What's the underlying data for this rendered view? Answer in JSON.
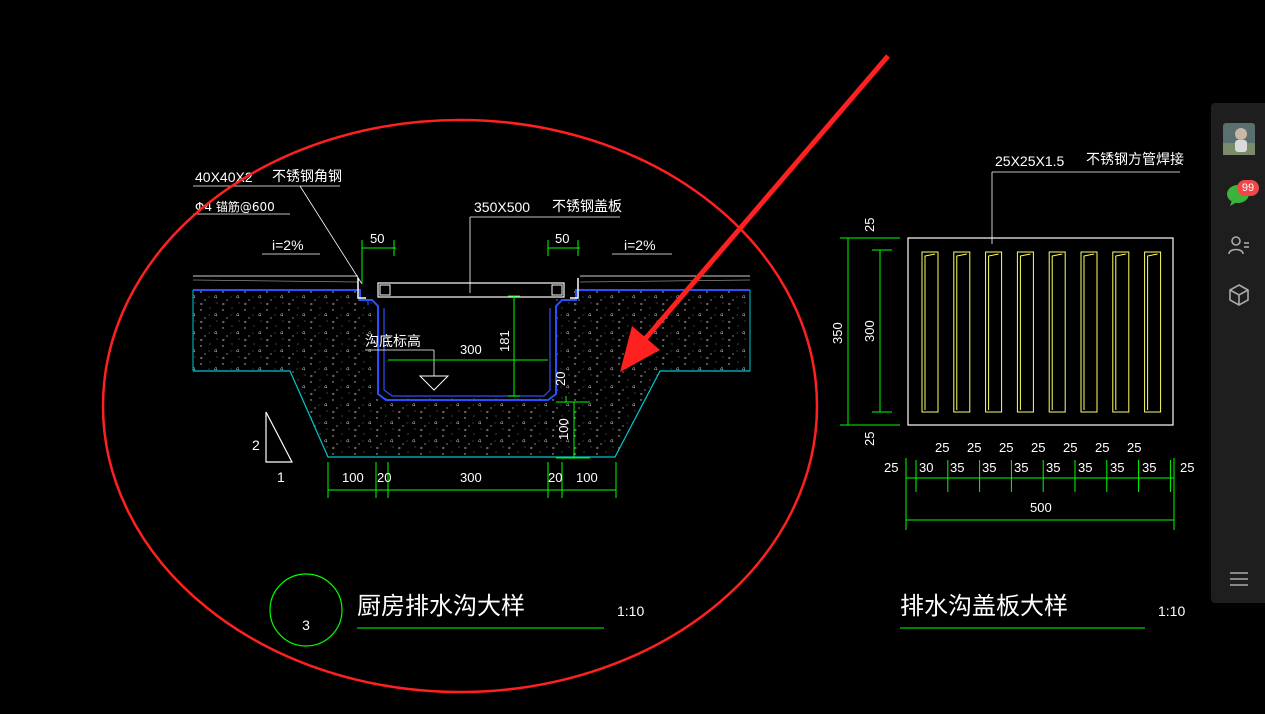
{
  "detail_left": {
    "angle_steel_size": "40X40X2",
    "angle_steel_label": "不锈钢角钢",
    "anchor_note": "Φ4 锚筋@600",
    "cover_size": "350X500",
    "cover_label": "不锈钢盖板",
    "slope_left": "i=2%",
    "slope_right": "i=2%",
    "gap_left": "50",
    "gap_right": "50",
    "bottom_elev_label": "沟底标高",
    "inner_width": "300",
    "depth": "181",
    "bottom_thick": "20",
    "base_thick": "100",
    "bottom_dims": [
      "100",
      "20",
      "300",
      "20",
      "100"
    ],
    "ratio_vertical": "2",
    "ratio_horizontal": "1",
    "detail_number": "3",
    "title": "厨房排水沟大样",
    "scale": "1:10"
  },
  "detail_right": {
    "tube_size": "25X25X1.5",
    "tube_label": "不锈钢方管焊接",
    "height_total": "350",
    "height_inner": "300",
    "top_margin": "25",
    "bottom_margin": "25",
    "slot_widths": [
      "25",
      "25",
      "25",
      "25",
      "25",
      "25",
      "25"
    ],
    "bottom_row": [
      "25",
      "30",
      "35",
      "35",
      "35",
      "35",
      "35",
      "35",
      "35",
      "25"
    ],
    "width_total": "500",
    "title": "排水沟盖板大样",
    "scale": "1:10"
  },
  "sidebar": {
    "badge_count": "99",
    "icons": [
      "avatar",
      "chat-icon",
      "contacts-icon",
      "cube-icon",
      "menu-icon"
    ]
  },
  "colors": {
    "background": "#000000",
    "dimension": "#00ff00",
    "annotation": "#ffffff",
    "concrete": "#00c8d0",
    "channel": "#2850ff",
    "cover_grid": "#ffff60",
    "markup": "#ff2020"
  }
}
